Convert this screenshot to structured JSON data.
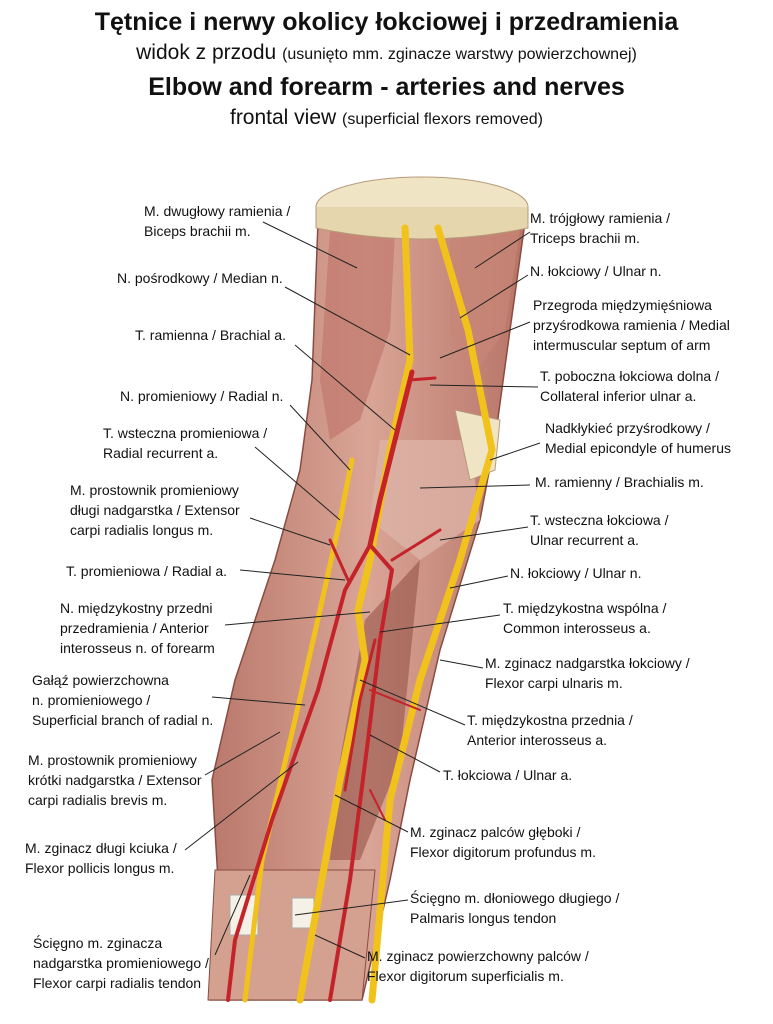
{
  "title": {
    "pl_main": "Tętnice i nerwy okolicy łokciowej i przedramienia",
    "pl_sub": "widok z przodu",
    "pl_sub_note": "(usunięto mm. zginacze warstwy powierzchownej)",
    "en_main": "Elbow and forearm - arteries and nerves",
    "en_sub": "frontal view",
    "en_sub_note": "(superficial flexors removed)"
  },
  "labels_left": [
    {
      "lines": [
        "M. dwugłowy ramienia /",
        "Biceps brachii m."
      ]
    },
    {
      "lines": [
        "N. pośrodkowy / Median n."
      ]
    },
    {
      "lines": [
        "T. ramienna / Brachial a."
      ]
    },
    {
      "lines": [
        "N. promieniowy / Radial n."
      ]
    },
    {
      "lines": [
        "T. wsteczna promieniowa /",
        "Radial recurrent a."
      ]
    },
    {
      "lines": [
        "M. prostownik promieniowy",
        "długi nadgarstka / Extensor",
        "carpi radialis longus m."
      ]
    },
    {
      "lines": [
        "T. promieniowa / Radial a."
      ]
    },
    {
      "lines": [
        "N. międzykostny przedni",
        "przedramienia / Anterior",
        "interosseus n. of forearm"
      ]
    },
    {
      "lines": [
        "Gałąź powierzchowna",
        "n. promieniowego /",
        "Superficial branch of radial n."
      ]
    },
    {
      "lines": [
        "M. prostownik promieniowy",
        "krótki nadgarstka / Extensor",
        "carpi radialis brevis m."
      ]
    },
    {
      "lines": [
        "M. zginacz długi kciuka /",
        "Flexor pollicis longus m."
      ]
    },
    {
      "lines": [
        "Ścięgno m. zginacza",
        "nadgarstka promieniowego /",
        "Flexor carpi radialis tendon"
      ]
    }
  ],
  "labels_right": [
    {
      "lines": [
        "M. trójgłowy ramienia /",
        "Triceps brachii m."
      ]
    },
    {
      "lines": [
        "N. łokciowy / Ulnar n."
      ]
    },
    {
      "lines": [
        "Przegroda międzymięśniowa",
        "przyśrodkowa ramienia / Medial",
        "intermuscular septum of arm"
      ]
    },
    {
      "lines": [
        "T. poboczna łokciowa dolna /",
        "Collateral inferior ulnar a."
      ]
    },
    {
      "lines": [
        "Nadkłykieć przyśrodkowy /",
        "Medial epicondyle of humerus"
      ]
    },
    {
      "lines": [
        "M. ramienny / Brachialis m."
      ]
    },
    {
      "lines": [
        "T. wsteczna łokciowa /",
        "Ulnar recurrent a."
      ]
    },
    {
      "lines": [
        "N. łokciowy / Ulnar n."
      ]
    },
    {
      "lines": [
        "T. międzykostna wspólna /",
        "Common interosseus a."
      ]
    },
    {
      "lines": [
        "M. zginacz nadgarstka łokciowy /",
        "Flexor carpi ulnaris m."
      ]
    },
    {
      "lines": [
        "T. międzykostna przednia /",
        "Anterior interosseus a."
      ]
    },
    {
      "lines": [
        "T. łokciowa / Ulnar a."
      ]
    },
    {
      "lines": [
        "M. zginacz palców głęboki /",
        "Flexor digitorum profundus m."
      ]
    },
    {
      "lines": [
        "Ścięgno m. dłoniowego długiego /",
        "Palmaris longus tendon"
      ]
    },
    {
      "lines": [
        "M. zginacz powierzchowny palców /",
        "Flexor digitorum superficialis m."
      ]
    }
  ],
  "colors": {
    "muscle": "#c98a7c",
    "muscle_dark": "#9c5a4e",
    "nerve": "#f2c21c",
    "artery": "#c4232a",
    "bone": "#efe4c4"
  }
}
